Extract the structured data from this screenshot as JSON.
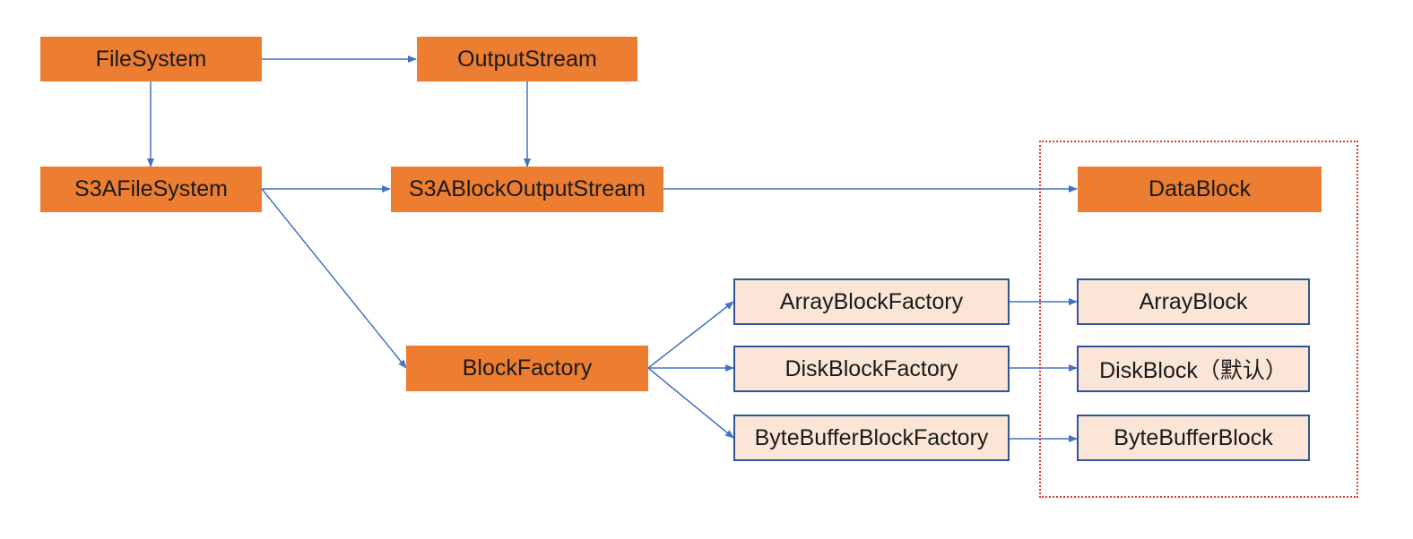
{
  "colors": {
    "orange_fill": "#ed7d31",
    "beige_fill": "#fbe5d6",
    "beige_border": "#2f5597",
    "arrow": "#4472c4",
    "highlight_border": "#e03a3a"
  },
  "nodes": {
    "filesystem": "FileSystem",
    "outputstream": "OutputStream",
    "s3afilesystem": "S3AFileSystem",
    "s3ablockoutputstream": "S3ABlockOutputStream",
    "datablock": "DataBlock",
    "blockfactory": "BlockFactory",
    "arrayblockfactory": "ArrayBlockFactory",
    "diskblockfactory": "DiskBlockFactory",
    "bytebufferblockfactory": "ByteBufferBlockFactory",
    "arrayblock": "ArrayBlock",
    "diskblock": "DiskBlock（默认）",
    "bytebufferblock": "ByteBufferBlock"
  }
}
